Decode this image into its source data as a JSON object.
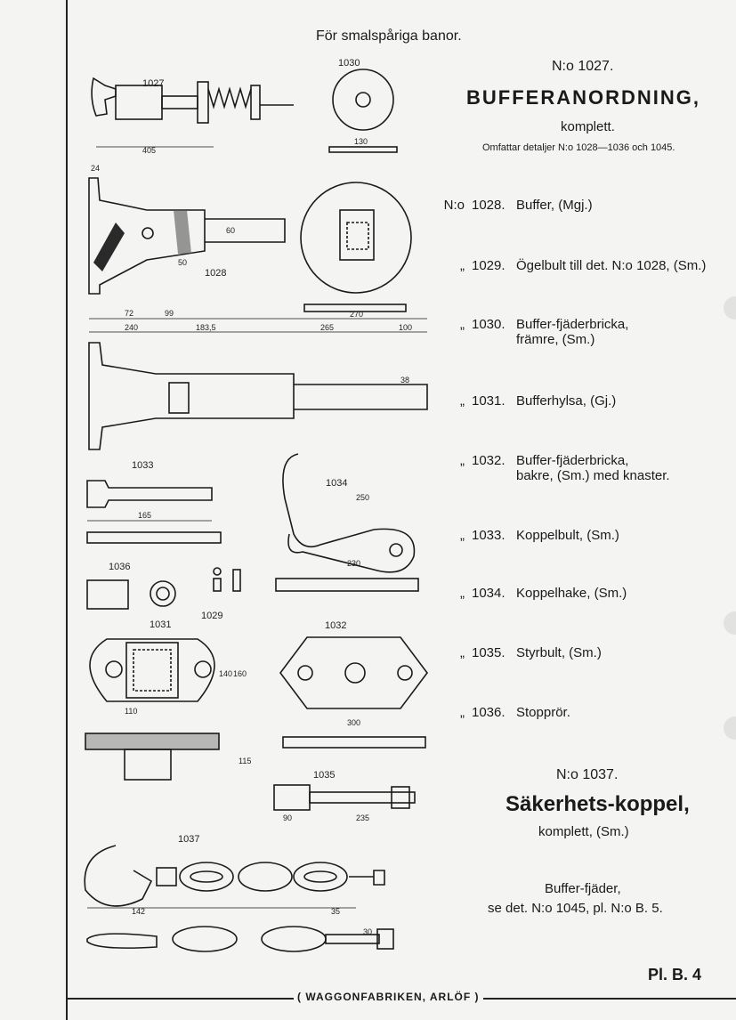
{
  "header": "För smalspåriga banor.",
  "assembly": {
    "number": "N:o 1027.",
    "title": "BUFFERANORDNING,",
    "subtitle": "komplett.",
    "includes": "Omfattar detaljer N:o 1028—1036 och 1045."
  },
  "parts": [
    {
      "mark": "N:o",
      "number": "1028.",
      "desc": "Buffer, (Mgj.)"
    },
    {
      "mark": "„",
      "number": "1029.",
      "desc": "Ögelbult till det. N:o 1028, (Sm.)"
    },
    {
      "mark": "„",
      "number": "1030.",
      "desc": "Buffer-fjäderbricka,",
      "desc2": "främre, (Sm.)"
    },
    {
      "mark": "„",
      "number": "1031.",
      "desc": "Bufferhylsa, (Gj.)"
    },
    {
      "mark": "„",
      "number": "1032.",
      "desc": "Buffer-fjäderbricka,",
      "desc2": "bakre, (Sm.) med knaster."
    },
    {
      "mark": "„",
      "number": "1033.",
      "desc": "Koppelbult, (Sm.)"
    },
    {
      "mark": "„",
      "number": "1034.",
      "desc": "Koppelhake, (Sm.)"
    },
    {
      "mark": "„",
      "number": "1035.",
      "desc": "Styrbult, (Sm.)"
    },
    {
      "mark": "„",
      "number": "1036.",
      "desc": "Stopprör."
    }
  ],
  "safety": {
    "number": "N:o 1037.",
    "title": "Säkerhets-koppel,",
    "subtitle": "komplett, (Sm.)"
  },
  "spring_note": {
    "line1": "Buffer-fjäder,",
    "line2": "se det. N:o 1045, pl. N:o B. 5."
  },
  "plate_label": "Pl. B. 4",
  "footer": "( WAGGONFABRIKEN, ARLÖF )",
  "drawing_labels": {
    "d1027": "1027",
    "d1030": "1030",
    "d1028": "1028",
    "d1033": "1033",
    "d1034": "1034",
    "d1036": "1036",
    "d1031": "1031",
    "d1029": "1029",
    "d1032": "1032",
    "d1035": "1035",
    "d1037": "1037"
  },
  "dims": {
    "a405": "405",
    "a130": "130",
    "a24": "24",
    "a60": "60",
    "a270": "270",
    "a72": "72",
    "a99": "99",
    "a240": "240",
    "a1835": "183,5",
    "a265": "265",
    "a100": "100",
    "a110": "110",
    "a50": "50",
    "a165": "165",
    "a230": "230",
    "a250": "250",
    "a160": "160",
    "a140": "140",
    "a300": "300",
    "a115": "115",
    "a235": "235",
    "a90": "90",
    "a142": "142",
    "a35": "35",
    "a30": "30",
    "a38": "38"
  },
  "colors": {
    "ink": "#1a1a1a",
    "paper": "#f4f4f2",
    "hatch": "#2a2a2a"
  }
}
